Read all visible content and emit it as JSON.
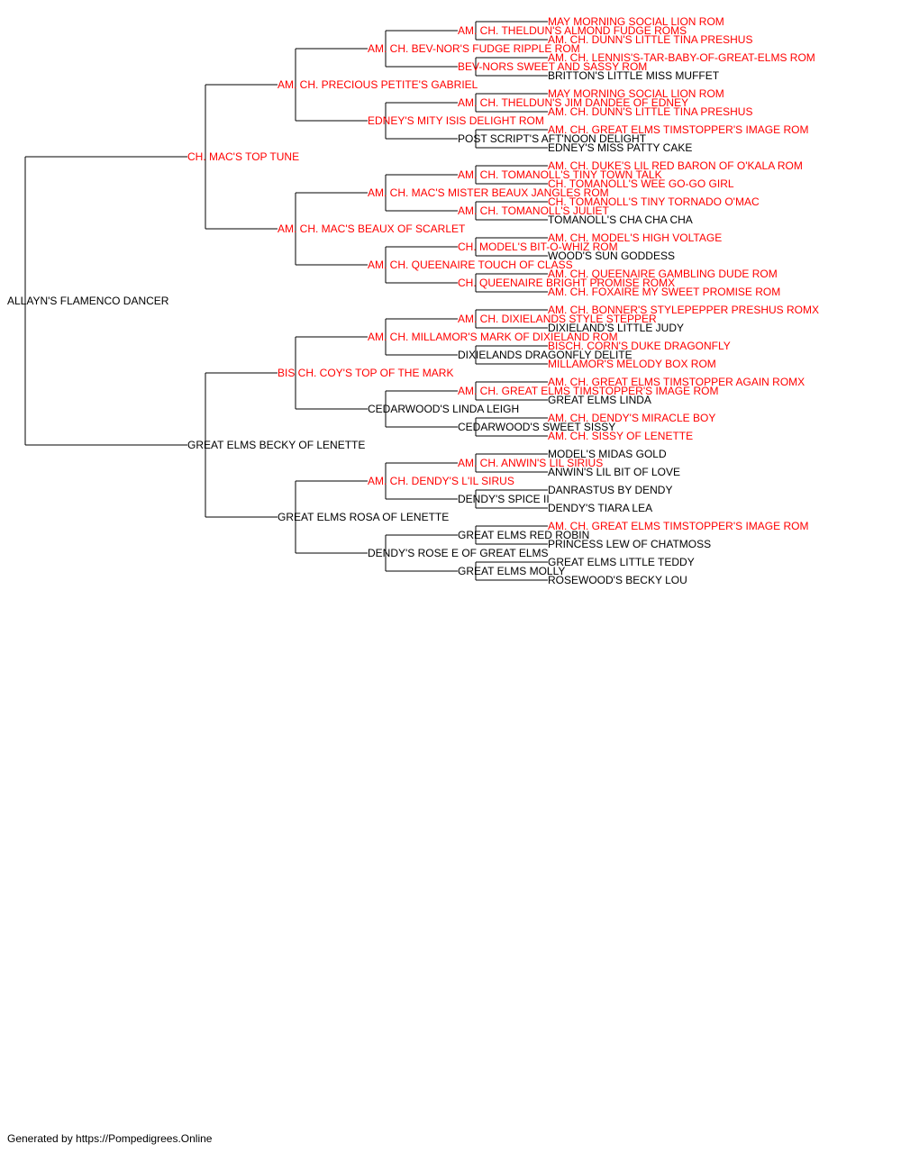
{
  "colors": {
    "champion": "#ff0000",
    "regular": "#000000",
    "lines": "#000000"
  },
  "footer": "Generated by https://Pompedigrees.Online",
  "pedigree": {
    "subject": {
      "name": "ALLAYN'S FLAMENCO DANCER",
      "red": false
    },
    "gen1": [
      {
        "name": "CH. MAC'S TOP TUNE",
        "red": true
      },
      {
        "name": "GREAT ELMS BECKY OF LENETTE",
        "red": false
      }
    ],
    "gen2": [
      {
        "name": "AM. CH. PRECIOUS PETITE'S GABRIEL",
        "red": true
      },
      {
        "name": "AM. CH. MAC'S BEAUX OF SCARLET",
        "red": true
      },
      {
        "name": "BIS CH. COY'S TOP OF THE MARK",
        "red": true
      },
      {
        "name": "GREAT ELMS ROSA OF LENETTE",
        "red": false
      }
    ],
    "gen3": [
      {
        "name": "AM. CH. BEV-NOR'S FUDGE RIPPLE ROM",
        "red": true
      },
      {
        "name": "EDNEY'S MITY ISIS DELIGHT ROM",
        "red": true
      },
      {
        "name": "AM. CH. MAC'S MISTER BEAUX JANGLES ROM",
        "red": true
      },
      {
        "name": "AM. CH. QUEENAIRE TOUCH OF CLASS",
        "red": true
      },
      {
        "name": "AM. CH. MILLAMOR'S MARK OF DIXIELAND ROM",
        "red": true
      },
      {
        "name": "CEDARWOOD'S LINDA LEIGH",
        "red": false
      },
      {
        "name": "AM. CH. DENDY'S L'IL SIRUS",
        "red": true
      },
      {
        "name": "DENDY'S ROSE E OF GREAT ELMS",
        "red": false
      }
    ],
    "gen4": [
      {
        "name": "AM. CH. THELDUN'S ALMOND FUDGE ROMS",
        "red": true
      },
      {
        "name": "BEV-NORS SWEET AND SASSY ROM",
        "red": true
      },
      {
        "name": "AM. CH. THELDUN'S JIM DANDEE OF EDNEY",
        "red": true
      },
      {
        "name": "POST SCRIPT'S AFT'NOON DELIGHT",
        "red": false
      },
      {
        "name": "AM. CH. TOMANOLL'S TINY TOWN TALK",
        "red": true
      },
      {
        "name": "AM. CH. TOMANOLL'S JULIET",
        "red": true
      },
      {
        "name": "CH. MODEL'S BIT-O-WHIZ ROM",
        "red": true
      },
      {
        "name": "CH. QUEENAIRE BRIGHT PROMISE ROMX",
        "red": true
      },
      {
        "name": "AM. CH. DIXIELANDS STYLE STEPPER",
        "red": true
      },
      {
        "name": "DIXIELANDS DRAGONFLY DELITE",
        "red": false
      },
      {
        "name": "AM. CH. GREAT ELMS TIMSTOPPER'S IMAGE ROM",
        "red": true
      },
      {
        "name": "CEDARWOOD'S SWEET SISSY",
        "red": false
      },
      {
        "name": "AM. CH. ANWIN'S LIL SIRIUS",
        "red": true
      },
      {
        "name": "DENDY'S SPICE II",
        "red": false
      },
      {
        "name": "GREAT ELMS RED ROBIN",
        "red": false
      },
      {
        "name": "GREAT ELMS MOLLY",
        "red": false
      }
    ],
    "gen5": [
      {
        "name": "MAY MORNING SOCIAL LION ROM",
        "red": true
      },
      {
        "name": "AM. CH. DUNN'S LITTLE TINA PRESHUS",
        "red": true
      },
      {
        "name": "AM. CH. LENNIS'S-TAR-BABY-OF-GREAT-ELMS ROM",
        "red": true
      },
      {
        "name": "BRITTON'S LITTLE MISS MUFFET",
        "red": false
      },
      {
        "name": "MAY MORNING SOCIAL LION ROM",
        "red": true
      },
      {
        "name": "AM. CH. DUNN'S LITTLE TINA PRESHUS",
        "red": true
      },
      {
        "name": "AM. CH. GREAT ELMS TIMSTOPPER'S IMAGE ROM",
        "red": true
      },
      {
        "name": "EDNEY'S MISS PATTY CAKE",
        "red": false
      },
      {
        "name": "AM. CH. DUKE'S LIL RED BARON OF O'KALA ROM",
        "red": true
      },
      {
        "name": "CH. TOMANOLL'S WEE GO-GO GIRL",
        "red": true
      },
      {
        "name": "CH. TOMANOLL'S TINY TORNADO O'MAC",
        "red": true
      },
      {
        "name": "TOMANOLL'S CHA CHA CHA",
        "red": false
      },
      {
        "name": "AM. CH. MODEL'S HIGH VOLTAGE",
        "red": true
      },
      {
        "name": "WOOD'S SUN GODDESS",
        "red": false
      },
      {
        "name": "AM. CH. QUEENAIRE GAMBLING DUDE ROM",
        "red": true
      },
      {
        "name": "AM. CH. FOXAIRE MY SWEET PROMISE ROM",
        "red": true
      },
      {
        "name": "AM. CH. BONNER'S STYLEPEPPER PRESHUS ROMX",
        "red": true
      },
      {
        "name": "DIXIELAND'S LITTLE JUDY",
        "red": false
      },
      {
        "name": "BISCH. CORN'S DUKE DRAGONFLY",
        "red": true
      },
      {
        "name": "MILLAMOR'S MELODY BOX ROM",
        "red": true
      },
      {
        "name": "AM. CH. GREAT ELMS TIMSTOPPER AGAIN ROMX",
        "red": true
      },
      {
        "name": "GREAT ELMS LINDA",
        "red": false
      },
      {
        "name": "AM. CH. DENDY'S MIRACLE BOY",
        "red": true
      },
      {
        "name": "AM. CH. SISSY OF LENETTE",
        "red": true
      },
      {
        "name": "MODEL'S MIDAS GOLD",
        "red": false
      },
      {
        "name": "ANWIN'S LIL BIT OF LOVE",
        "red": false
      },
      {
        "name": "DANRASTUS BY DENDY",
        "red": false
      },
      {
        "name": "DENDY'S TIARA LEA",
        "red": false
      },
      {
        "name": "AM. CH. GREAT ELMS TIMSTOPPER'S IMAGE ROM",
        "red": true
      },
      {
        "name": "PRINCESS LEW OF CHATMOSS",
        "red": false
      },
      {
        "name": "GREAT ELMS LITTLE TEDDY",
        "red": false
      },
      {
        "name": "ROSEWOOD'S BECKY LOU",
        "red": false
      }
    ]
  }
}
